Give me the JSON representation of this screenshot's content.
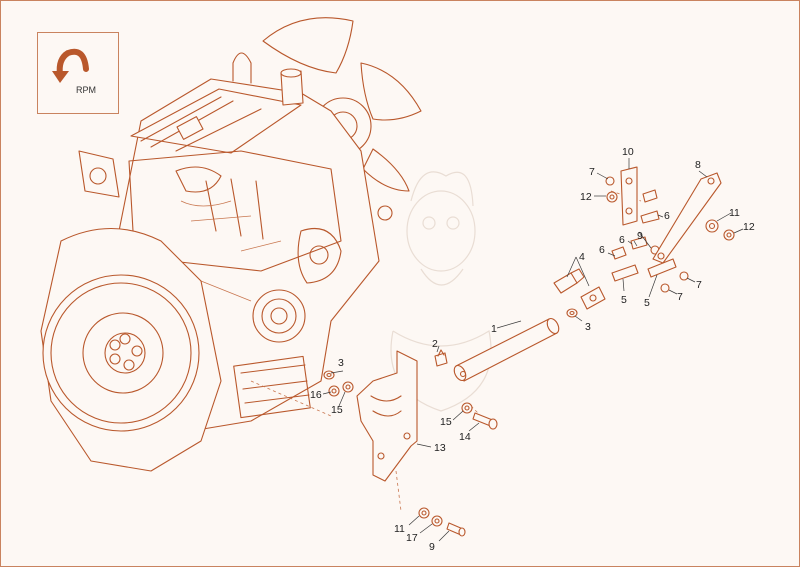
{
  "rpm_indicator": {
    "label": "RPM",
    "icon": "counterclockwise-arrow-icon"
  },
  "colors": {
    "line": "#b9582c",
    "frame": "#c9835f",
    "background": "#fdf8f4"
  },
  "callouts": {
    "c1": "1",
    "c2": "2",
    "c3a": "3",
    "c3b": "3",
    "c4": "4",
    "c5a": "5",
    "c5b": "5",
    "c6a": "6",
    "c6b": "6",
    "c6c": "6",
    "c7a": "7",
    "c7b": "7",
    "c8": "8",
    "c9a": "9",
    "c9b": "9",
    "c10": "10",
    "c11a": "11",
    "c11b": "11",
    "c12a": "12",
    "c12b": "12",
    "c13": "13",
    "c14": "14",
    "c15a": "15",
    "c15b": "15",
    "c16": "16",
    "c17": "17"
  }
}
